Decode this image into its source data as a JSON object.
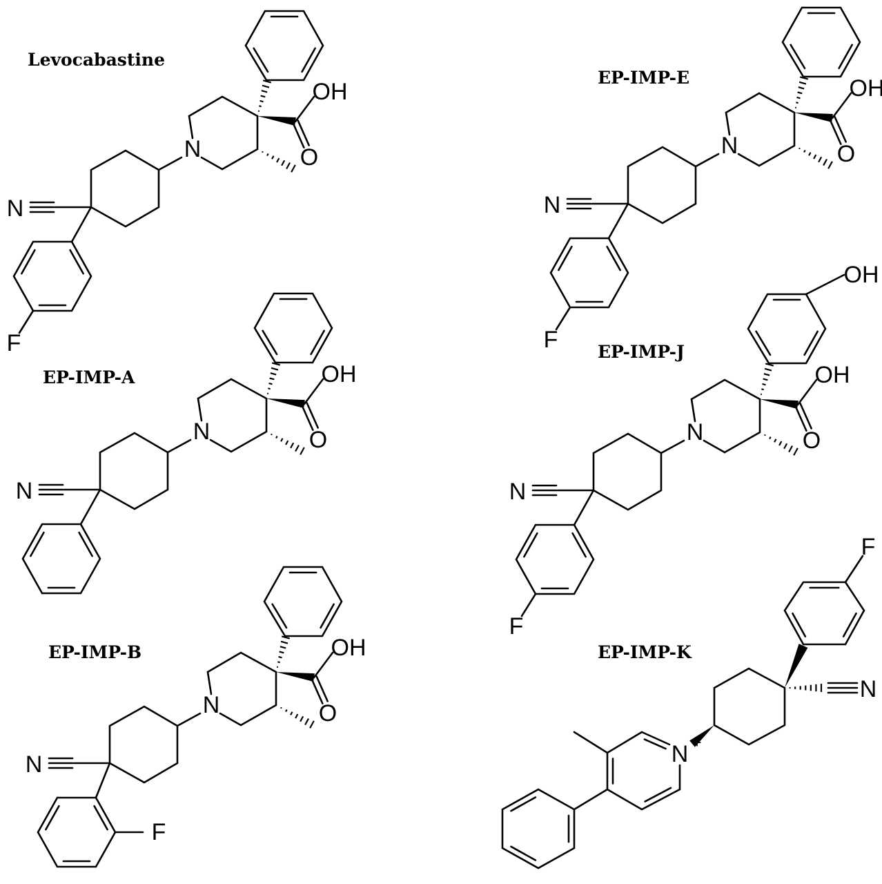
{
  "molecules": [
    {
      "name": "Levocabastine"
    },
    {
      "name": "EP-IMP-E"
    },
    {
      "name": "EP-IMP-A"
    },
    {
      "name": "EP-IMP-J"
    },
    {
      "name": "EP-IMP-B"
    },
    {
      "name": "EP-IMP-K"
    }
  ],
  "atoms": {
    "oh": "OH",
    "o": "O",
    "n": "N",
    "f": "F",
    "nplus": "N",
    "plus": "+"
  },
  "colors": {
    "ink": "#000000",
    "background": "#ffffff"
  }
}
